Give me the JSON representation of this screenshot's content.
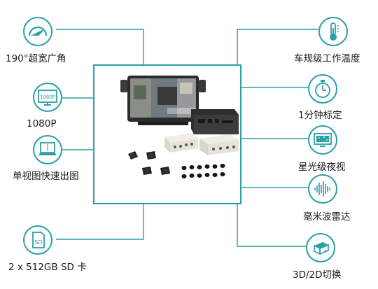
{
  "accent_color": "#2a9fa8",
  "features_left": [
    {
      "icon": "speedometer-angle-icon",
      "label": "190°超宽广角"
    },
    {
      "icon": "monitor-1080p-icon",
      "label": "1080P",
      "icon_text": "1080P"
    },
    {
      "icon": "laptop-split-view-icon",
      "label": "单视图快速出图"
    },
    {
      "icon": "sd-card-icon",
      "label": "2 x 512GB SD 卡",
      "icon_text": "SD"
    }
  ],
  "features_right": [
    {
      "icon": "thermometer-icon",
      "label": "车规级工作温度"
    },
    {
      "icon": "stopwatch-icon",
      "label": "1分钟标定"
    },
    {
      "icon": "night-vision-monitor-icon",
      "label": "星光级夜视"
    },
    {
      "icon": "radar-wave-icon",
      "label": "毫米波雷达"
    },
    {
      "icon": "3d-cube-icon",
      "label": "3D/2D切换"
    }
  ]
}
